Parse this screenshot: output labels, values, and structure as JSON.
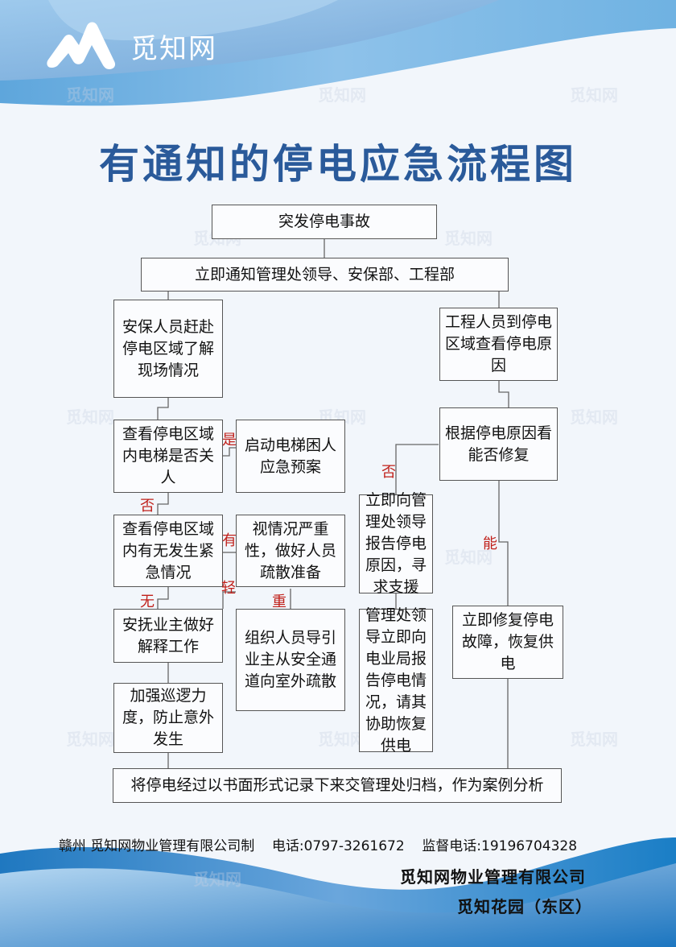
{
  "brand": {
    "logo_icon": "mountain-m-logo-icon",
    "name": "觅知网",
    "watermark": "觅知网"
  },
  "title": "有通知的停电应急流程图",
  "colors": {
    "title": "#2a5a9a",
    "branch_label": "#c0201a",
    "header_wave": "#7ab4e4",
    "footer_wave": "#2a7cc4",
    "box_border": "#555555"
  },
  "flowchart": {
    "nodes": {
      "start": "突发停电事故",
      "notify": "立即通知管理处领导、安保部、工程部",
      "security_go": "安保人员赶赴停电区域了解现场情况",
      "check_elevator": "查看停电区域内电梯是否关人",
      "elevator_plan": "启动电梯困人应急预案",
      "check_emergency": "查看停电区域内有无发生紧急情况",
      "evacuation_prep": "视情况严重性，做好人员疏散准备",
      "comfort_owners": "安抚业主做好解释工作",
      "guide_evacuation": "组织人员导引业主从安全通道向室外疏散",
      "patrol": "加强巡逻力度，防止意外发生",
      "engineer_go": "工程人员到停电区域查看停电原因",
      "check_repair": "根据停电原因看能否修复",
      "report_mgmt": "立即向管理处领导报告停电原因，寻求支援",
      "report_utility": "管理处领导立即向电业局报告停电情况，请其协助恢复供电",
      "repair": "立即修复停电故障，恢复供电",
      "archive": "将停电经过以书面形式记录下来交管理处归档，作为案例分析"
    },
    "labels": {
      "yes": "是",
      "no_elevator": "否",
      "has": "有",
      "light": "轻",
      "none": "无",
      "severe": "重",
      "cannot": "否",
      "can": "能"
    }
  },
  "footer": {
    "maker": "赣州 觅知网物业管理有限公司制",
    "phone_label": "电话:",
    "phone": "0797-3261672",
    "supervise_label": "监督电话:",
    "supervise_phone": "19196704328",
    "company": "觅知网物业管理有限公司",
    "estate": "觅知花园（东区）"
  }
}
